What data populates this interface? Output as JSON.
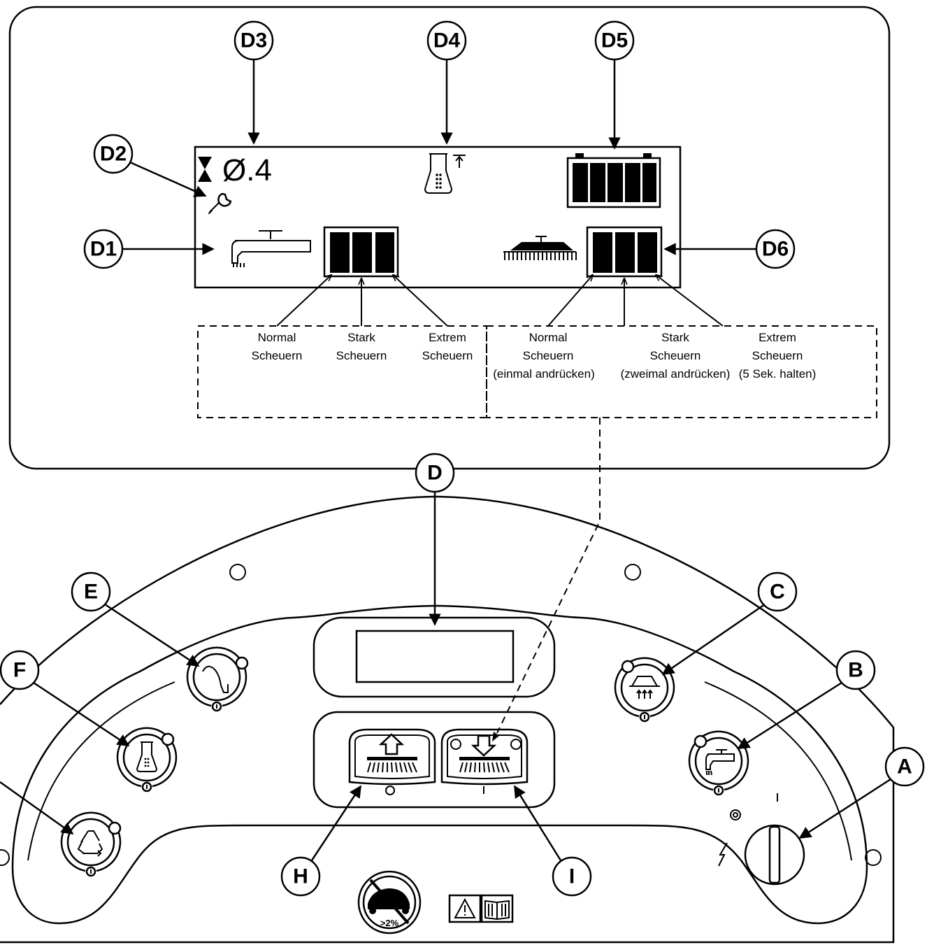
{
  "callouts": {
    "d1": "D1",
    "d2": "D2",
    "d3": "D3",
    "d4": "D4",
    "d5": "D5",
    "d6": "D6",
    "d": "D",
    "a": "A",
    "b": "B",
    "c": "C",
    "e": "E",
    "f": "F",
    "h": "H",
    "i": "I"
  },
  "display": {
    "hours_value": "Ø.4"
  },
  "pad_pressure_levels": [
    {
      "line1": "Normal",
      "line2": "Scheuern"
    },
    {
      "line1": "Stark",
      "line2": "Scheuern"
    },
    {
      "line1": "Extrem",
      "line2": "Scheuern"
    }
  ],
  "brush_pressure_levels": [
    {
      "line1": "Normal",
      "line2": "Scheuern",
      "line3": "(einmal andrücken)"
    },
    {
      "line1": "Stark",
      "line2": "Scheuern",
      "line3": "(zweimal andrücken)"
    },
    {
      "line1": "Extrem",
      "line2": "Scheuern",
      "line3": "(5 Sek. halten)"
    }
  ],
  "panel": {
    "slope_warning": ">2%"
  },
  "icons": {
    "hourglass": "hourglass-icon",
    "wrench": "wrench-icon",
    "flask": "detergent-flask-icon",
    "battery": "battery-icon",
    "scrub_head": "scrub-head-icon",
    "brush": "brush-deck-icon",
    "squeegee": "squeegee-icon",
    "recycle": "recycle-icon",
    "vacuum": "vacuum-icon",
    "solution": "solution-faucet-icon",
    "brush_up": "brush-up-icon",
    "brush_down": "brush-down-icon",
    "key_switch": "key-switch-icon",
    "warning": "warning-triangle-icon",
    "manual": "manual-book-icon",
    "no_slope": "no-slope-icon"
  }
}
